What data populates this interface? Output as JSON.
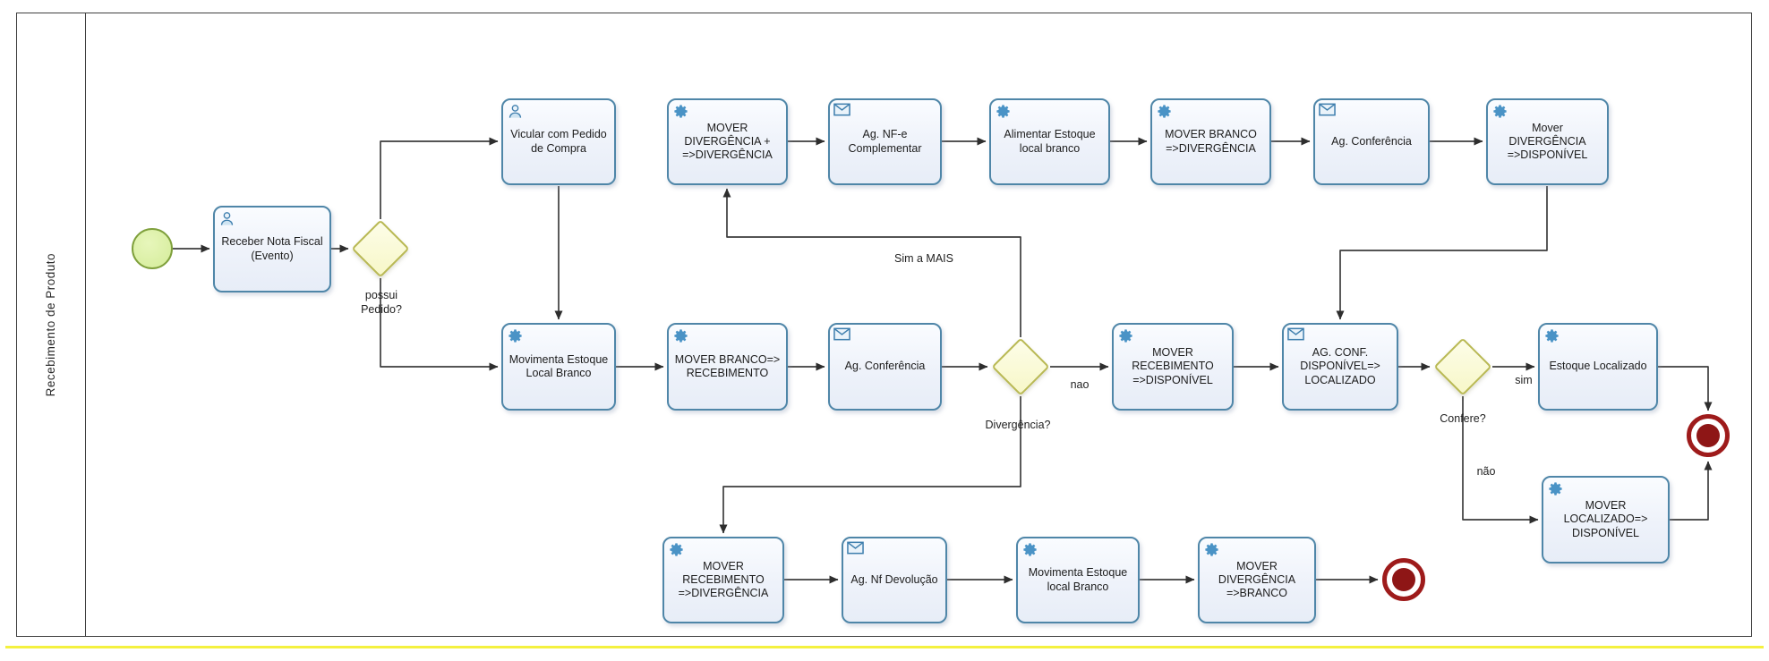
{
  "pool": {
    "label": "Recebimento de Produto"
  },
  "tasks": {
    "receber_nota": {
      "label": "Receber Nota Fiscal (Evento)",
      "icon": "user-icon"
    },
    "vincular": {
      "label": "Vicular com Pedido de Compra",
      "icon": "user-icon"
    },
    "mover_divergencia_mais": {
      "label": "MOVER DIVERGÊNCIA + =>DIVERGÊNCIA",
      "icon": "gear-icon"
    },
    "ag_nfe_complementar": {
      "label": "Ag. NF-e Complementar",
      "icon": "message-icon"
    },
    "alimentar_estoque": {
      "label": "Alimentar Estoque local branco",
      "icon": "gear-icon"
    },
    "mover_branco_divergencia": {
      "label": "MOVER BRANCO =>DIVERGÊNCIA",
      "icon": "gear-icon"
    },
    "ag_conferencia_top": {
      "label": "Ag. Conferência",
      "icon": "message-icon"
    },
    "mover_divergencia_disponivel": {
      "label": "Mover DIVERGÊNCIA =>DISPONÍVEL",
      "icon": "gear-icon"
    },
    "movimenta_estoque_local": {
      "label": "Movimenta Estoque Local Branco",
      "icon": "gear-icon"
    },
    "mover_branco_recebimento": {
      "label": "MOVER BRANCO=> RECEBIMENTO",
      "icon": "gear-icon"
    },
    "ag_conferencia_mid": {
      "label": "Ag. Conferência",
      "icon": "message-icon"
    },
    "mover_recebimento_disponivel": {
      "label": "MOVER RECEBIMENTO =>DISPONÍVEL",
      "icon": "gear-icon"
    },
    "ag_conf_disponivel_localizado": {
      "label": "AG. CONF. DISPONÍVEL=> LOCALIZADO",
      "icon": "message-icon"
    },
    "estoque_localizado": {
      "label": "Estoque Localizado",
      "icon": "gear-icon"
    },
    "mover_localizado_disponivel": {
      "label": "MOVER LOCALIZADO=> DISPONÍVEL",
      "icon": "gear-icon"
    },
    "mover_recebimento_divergencia": {
      "label": "MOVER RECEBIMENTO =>DIVERGÊNCIA",
      "icon": "gear-icon"
    },
    "ag_nf_devolucao": {
      "label": "Ag. Nf Devolução",
      "icon": "message-icon"
    },
    "movimenta_estoque_local_2": {
      "label": "Movimenta Estoque local Branco",
      "icon": "gear-icon"
    },
    "mover_divergencia_branco": {
      "label": "MOVER DIVERGÊNCIA =>BRANCO",
      "icon": "gear-icon"
    }
  },
  "gateways": {
    "possui_pedido": {
      "label": "possui Pedido?"
    },
    "divergencia": {
      "label": "Divergência?"
    },
    "confere": {
      "label": "Confere?"
    }
  },
  "edge_labels": {
    "sim_a_mais": "Sim a MAIS",
    "nao_plain": "nao",
    "sim": "sim",
    "nao_tilde": "não"
  },
  "icons": {
    "gear-icon": "⚙ blue gear (service task)",
    "message-icon": "✉ envelope (message task)",
    "user-icon": "👤 person (user task)"
  },
  "colors": {
    "task_border": "#4f86a8",
    "task_fill": "#eef2fa",
    "gateway_border": "#b9b954",
    "gateway_fill": "#f9f9d0",
    "start_fill": "#d9ef9f",
    "start_border": "#7fa03c",
    "end_red": "#9e1b1b",
    "connector": "#3d3d3d",
    "icon_blue": "#4a93c6",
    "bottom_stripe": "#f4f13f"
  }
}
